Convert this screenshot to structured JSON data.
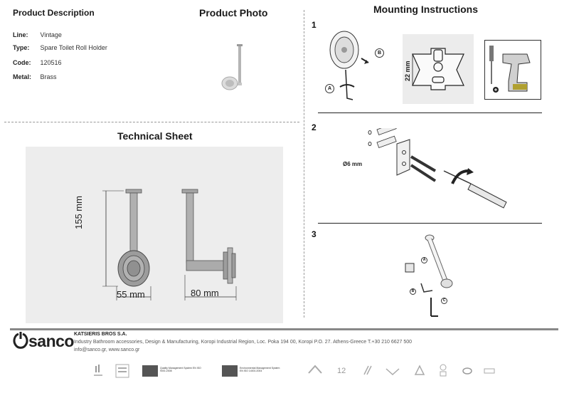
{
  "description": {
    "title": "Product Description",
    "specs": [
      {
        "key": "Line:",
        "value": "Vintage"
      },
      {
        "key": "Type:",
        "value": "Spare Toilet Roll Holder"
      },
      {
        "key": "Code:",
        "value": "120516"
      },
      {
        "key": "Metal:",
        "value": "Brass"
      }
    ]
  },
  "photo": {
    "title": "Product Photo"
  },
  "technical": {
    "title": "Technical Sheet",
    "dim_height": "155 mm",
    "dim_base": "55 mm",
    "dim_depth": "80 mm"
  },
  "mounting": {
    "title": "Mounting Instructions",
    "steps": [
      "1",
      "2",
      "3"
    ],
    "label_a": "A",
    "label_b": "B",
    "label_c": "C",
    "dim_bracket": "22 mm",
    "dim_drill": "Ø6 mm"
  },
  "footer": {
    "logo": "sanco",
    "company": "KATSIERIS BROS S.A.",
    "address": "Industry Bathroom accessories, Design & Manufacturing, Koropi Industrial Region, Loc. Poka 194 00, Koropi P.O. 27. Athens-Greece  T.+30 210 6627 500",
    "contact": "info@sanco.gr, www.sanco.gr",
    "iso_quality": "Quality Management System EN ISO 9001:2008",
    "iso_environment": "Environmental Management System EN ISO 14001:2004"
  },
  "colors": {
    "panel": "#ededed",
    "rule": "#888888",
    "metal": "#9a9a9a"
  }
}
